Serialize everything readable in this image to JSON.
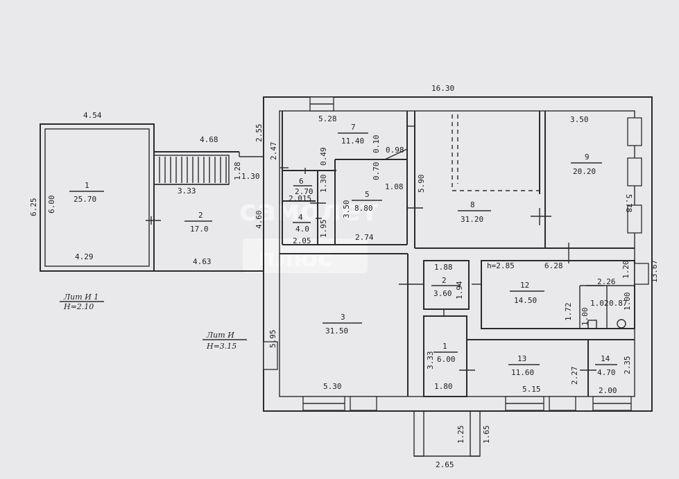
{
  "watermark": {
    "line1": "самолет",
    "line2": "плюс"
  },
  "buildings": {
    "lit_i1": {
      "title": "Лит И 1",
      "height": "H=2.10"
    },
    "lit_i": {
      "title": "Лит И",
      "height": "H=3.15"
    }
  },
  "rooms": [
    {
      "id": "a1",
      "number": "1",
      "area": "25.70"
    },
    {
      "id": "a2",
      "number": "2",
      "area": "17.0"
    },
    {
      "id": "b7",
      "number": "7",
      "area": "11.40"
    },
    {
      "id": "b6",
      "number": "6",
      "area": "2.70"
    },
    {
      "id": "b5",
      "number": "5",
      "area": "8.80"
    },
    {
      "id": "b4",
      "number": "4",
      "area": "4.0"
    },
    {
      "id": "b8",
      "number": "8",
      "area": "31.20"
    },
    {
      "id": "b9",
      "number": "9",
      "area": "20.20"
    },
    {
      "id": "b3",
      "number": "3",
      "area": "31.50"
    },
    {
      "id": "b2",
      "number": "2",
      "area": "3.60"
    },
    {
      "id": "b12",
      "number": "12",
      "area": "14.50"
    },
    {
      "id": "b1",
      "number": "1",
      "area": "6.00"
    },
    {
      "id": "b13",
      "number": "13",
      "area": "11.60"
    },
    {
      "id": "b14",
      "number": "14",
      "area": "4.70"
    }
  ],
  "dimensions": [
    "16.30",
    "4.54",
    "4.68",
    "2.55",
    "5.28",
    "3.50",
    "2.47",
    "0.49",
    "0.10",
    "0.98",
    "1.28",
    "1.30",
    "3.33",
    "1.30",
    "0.70",
    "1.08",
    "5.90",
    "2.015",
    "3.50",
    "4.60",
    "1.95",
    "6.25",
    "6.00",
    "2.05",
    "2.74",
    "5.78",
    "13.67",
    "4.29",
    "4.63",
    "1.88",
    "1.94",
    "h=2.85",
    "6.28",
    "1.20",
    "2.26",
    "1.72",
    "1.02",
    "0.87",
    "1.00",
    "1.00",
    "5.95",
    "3.33",
    "2.27",
    "2.35",
    "5.30",
    "1.80",
    "5.15",
    "2.00",
    "1.25",
    "1.65",
    "2.65"
  ]
}
